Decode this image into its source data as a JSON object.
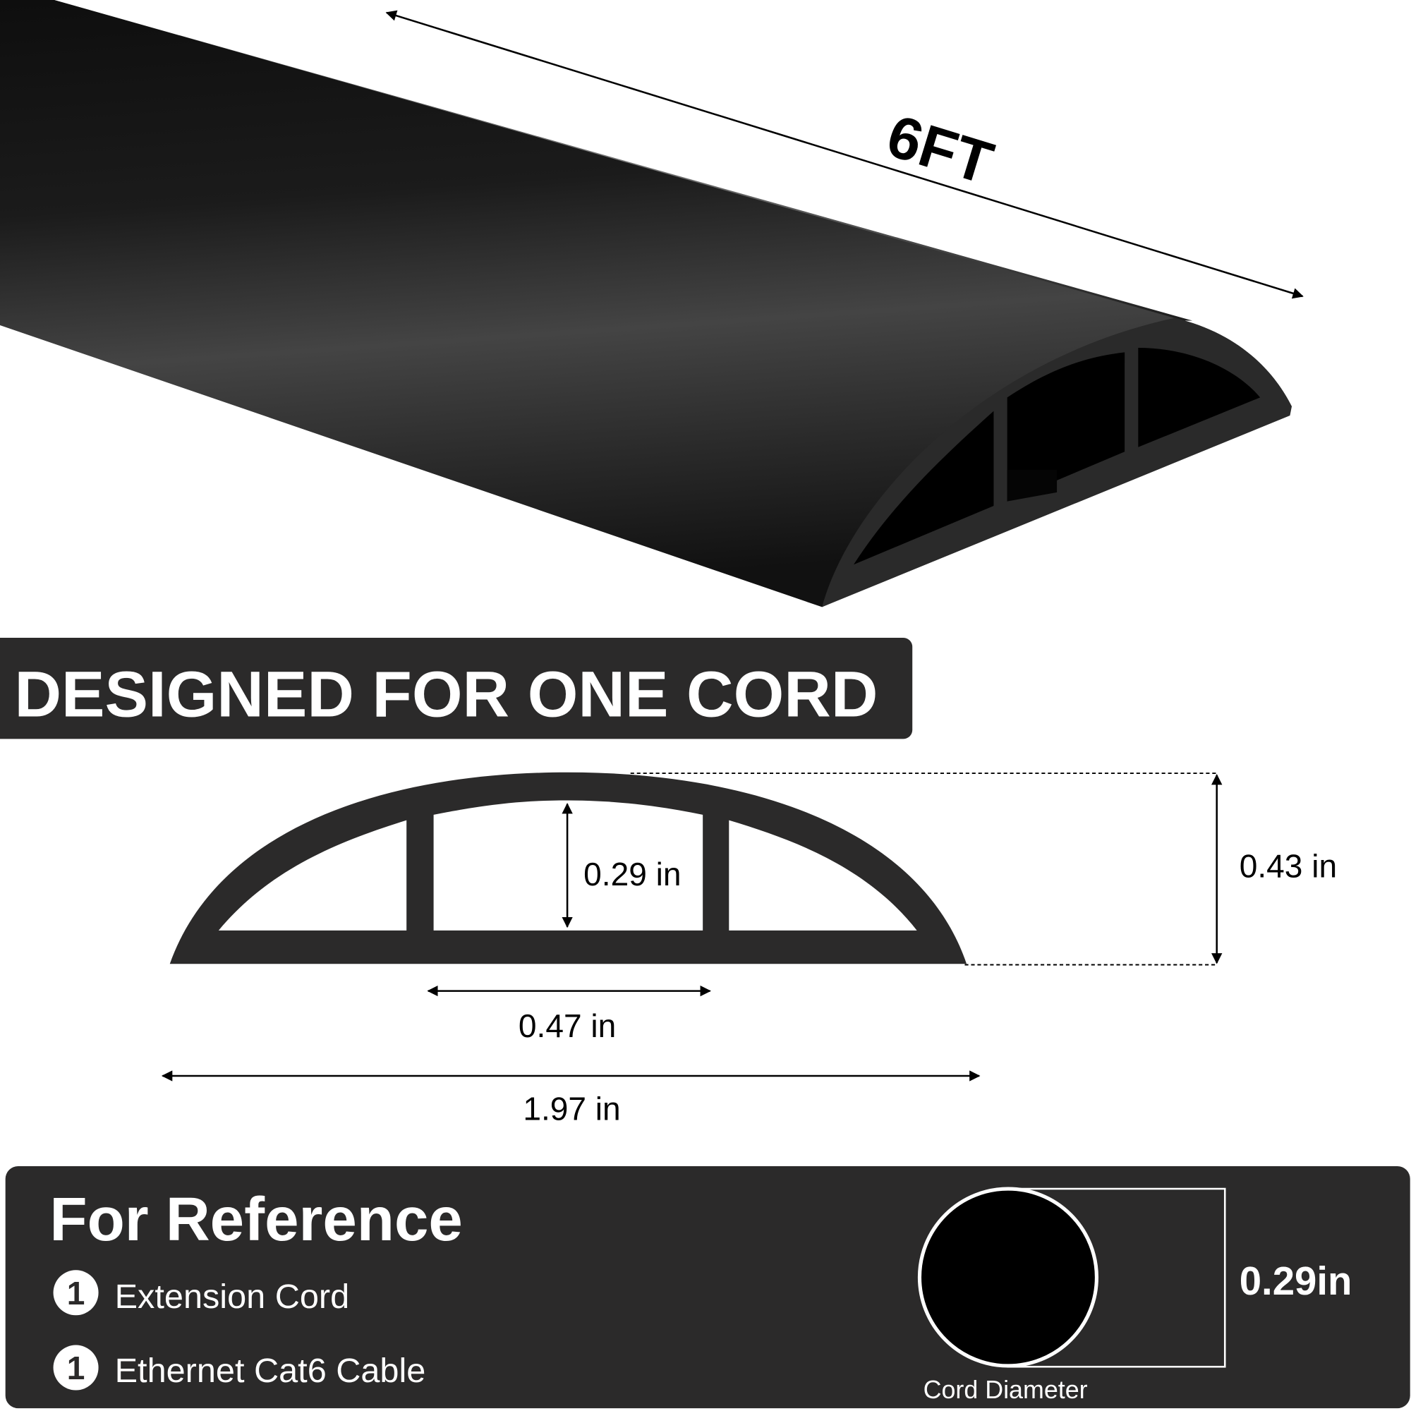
{
  "product": {
    "length_label": "6FT"
  },
  "banner": {
    "title": "DESIGNED FOR ONE CORD"
  },
  "dimensions": {
    "channel_height": "0.29 in",
    "total_height": "0.43 in",
    "channel_width": "0.47 in",
    "total_width": "1.97 in"
  },
  "reference": {
    "title": "For Reference",
    "items": [
      {
        "count": "1",
        "label": "Extension Cord"
      },
      {
        "count": "1",
        "label": "Ethernet Cat6 Cable"
      }
    ],
    "diameter_value": "0.29in",
    "diameter_caption": "Cord Diameter"
  },
  "colors": {
    "product": "#1a1a1a",
    "panel": "#2b2a2a",
    "text_light": "#ffffff"
  }
}
